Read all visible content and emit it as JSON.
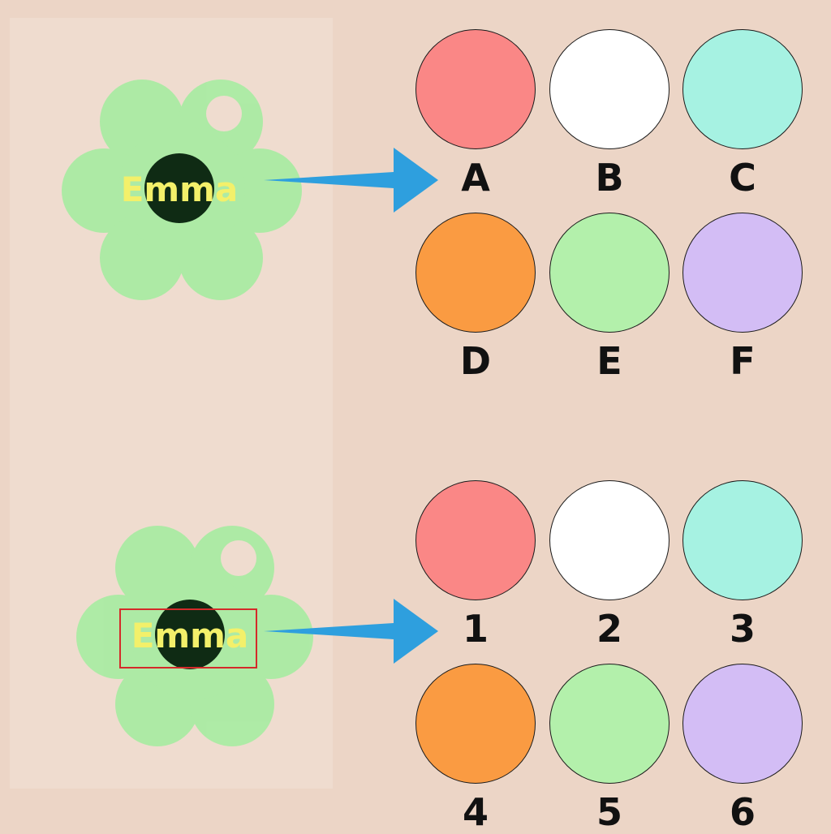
{
  "tags": [
    {
      "name_text": "Emma",
      "tag_color": "#a6eca1",
      "center_color": "#0f2b14",
      "text_color": "#f3f06a",
      "highlight_box": false
    },
    {
      "name_text": "Emma",
      "tag_color": "#a6eca1",
      "center_color": "#0f2b14",
      "text_color": "#f3f06a",
      "highlight_box": true,
      "highlight_color": "#d42a2a"
    }
  ],
  "arrow_color": "#2e9fde",
  "palette_top": [
    {
      "label": "A",
      "color": "#fa8786"
    },
    {
      "label": "B",
      "color": "#ffffff"
    },
    {
      "label": "C",
      "color": "#a6f2e2"
    },
    {
      "label": "D",
      "color": "#fa9b42"
    },
    {
      "label": "E",
      "color": "#b3f0ab"
    },
    {
      "label": "F",
      "color": "#d3bdf5"
    }
  ],
  "palette_bottom": [
    {
      "label": "1",
      "color": "#fa8786"
    },
    {
      "label": "2",
      "color": "#ffffff"
    },
    {
      "label": "3",
      "color": "#a6f2e2"
    },
    {
      "label": "4",
      "color": "#fa9b42"
    },
    {
      "label": "5",
      "color": "#b3f0ab"
    },
    {
      "label": "6",
      "color": "#d3bdf5"
    }
  ]
}
